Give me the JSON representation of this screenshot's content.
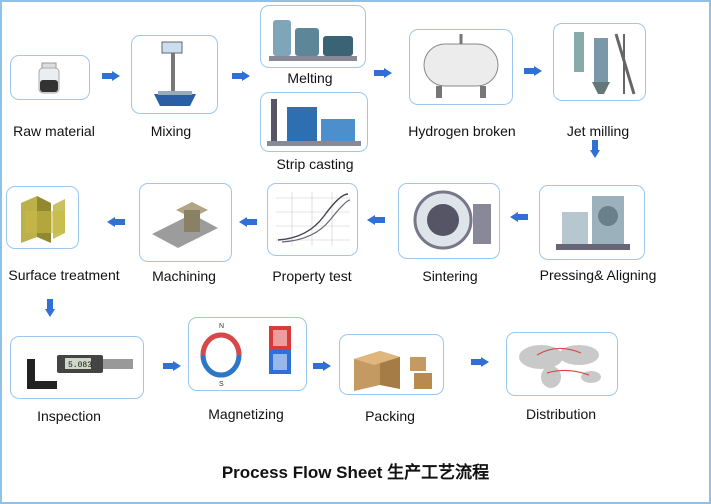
{
  "title": "Process Flow Sheet 生产工艺流程",
  "accent_color": "#2f6fd6",
  "border_color": "#9cc8ee",
  "steps": [
    {
      "label": "Raw material",
      "icon": "bottle-icon"
    },
    {
      "label": "Mixing",
      "icon": "scale-icon"
    },
    {
      "label": "Melting",
      "icon": "furnace-icon"
    },
    {
      "label": "Strip casting",
      "icon": "caster-icon"
    },
    {
      "label": "Hydrogen broken",
      "icon": "tank-icon"
    },
    {
      "label": "Jet milling",
      "icon": "mill-icon"
    },
    {
      "label": "Pressing& Aligning",
      "icon": "press-icon"
    },
    {
      "label": "Sintering",
      "icon": "sinter-furnace-icon"
    },
    {
      "label": "Property test",
      "icon": "curve-chart-icon"
    },
    {
      "label": "Machining",
      "icon": "machine-icon"
    },
    {
      "label": "Surface treatment",
      "icon": "magnet-blocks-icon"
    },
    {
      "label": "Inspection",
      "icon": "micrometer-icon"
    },
    {
      "label": "Magnetizing",
      "icon": "magnet-poles-icon"
    },
    {
      "label": "Packing",
      "icon": "boxes-icon"
    },
    {
      "label": "Distribution",
      "icon": "world-map-icon"
    }
  ],
  "magnet_poles": {
    "north": "N",
    "south": "S"
  },
  "micrometer_reading": "5.083"
}
